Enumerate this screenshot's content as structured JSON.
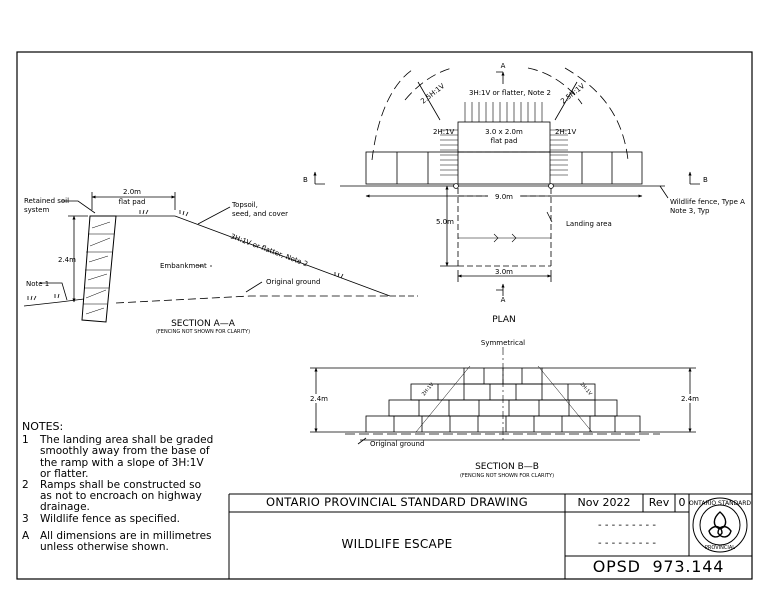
{
  "title_block": {
    "agency": "ONTARIO PROVINCIAL STANDARD DRAWING",
    "date": "Nov 2022",
    "rev_label": "Rev",
    "rev_value": "0",
    "drawing_title": "WILDLIFE ESCAPE",
    "blank_line_1": "- - - - - - - - -",
    "blank_line_2": "- - - - - - - - -",
    "drawing_number": "OPSD  973.144",
    "seal_text_top": "ONTARIO STANDARD",
    "seal_text_bottom": "PROVINCIAL"
  },
  "section_aa": {
    "title": "SECTION  A—A",
    "subtitle": "(FENCING NOT SHOWN FOR CLARITY)",
    "flat_pad_dim": "2.0m",
    "flat_pad": "flat pad",
    "retained_soil_1": "Retained soil",
    "retained_soil_2": "system",
    "topsoil_1": "Topsoil,",
    "topsoil_2": "seed, and cover",
    "slope": "3H:1V or flatter, Note 2",
    "height": "2.4m",
    "embankment": "Embankment",
    "note1": "Note 1",
    "original_ground": "Original ground"
  },
  "plan": {
    "title": "PLAN",
    "section_a_top": "A",
    "section_a_bottom": "A",
    "section_b_left": "B",
    "section_b_right": "B",
    "slope_left": "2.5H:1V",
    "slope_right": "2.5H:1V",
    "slope_top": "3H:1V or flatter, Note 2",
    "side_left": "2H:1V",
    "side_right": "2H:1V",
    "pad_1": "3.0 x 2.0m",
    "pad_2": "flat pad",
    "width": "9.0m",
    "depth": "5.0m",
    "landing": "Landing area",
    "landing_width": "3.0m",
    "fence_1": "Wildlife fence, Type A",
    "fence_2": "Note 3, Typ"
  },
  "section_bb": {
    "title": "SECTION  B—B",
    "subtitle": "(FENCING NOT SHOWN FOR CLARITY)",
    "symmetrical": "Symmetrical",
    "height_left": "2.4m",
    "height_right": "2.4m",
    "slope_left": "2H:1V",
    "slope_right": "2H:1V",
    "original_ground": "Original ground"
  },
  "notes": {
    "heading": "NOTES:",
    "items": [
      {
        "num": "1",
        "lines": [
          "The landing area shall be graded",
          "smoothly away from the base of",
          "the ramp with a slope of 3H:1V",
          "or flatter."
        ]
      },
      {
        "num": "2",
        "lines": [
          "Ramps shall be constructed so",
          "as not to encroach on highway",
          "drainage."
        ]
      },
      {
        "num": "3",
        "lines": [
          "Wildlife fence as specified."
        ]
      },
      {
        "num": "A",
        "lines": [
          "All dimensions are in millimetres",
          "unless otherwise shown."
        ]
      }
    ]
  }
}
